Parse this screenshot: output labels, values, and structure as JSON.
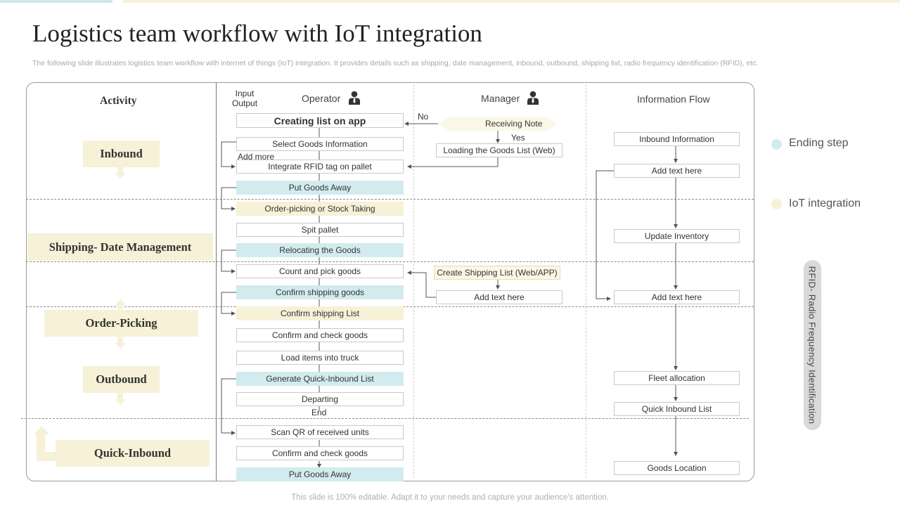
{
  "title": "Logistics team workflow with IoT integration",
  "subtitle": "The following slide illustrates logistics team workflow with internet of things (IoT) integration. It provides details such as shipping, date management, inbound, outbound, shipping list, radio frequency identification (RFID), etc.",
  "footer": "This slide is 100% editable. Adapt it to your needs and capture your audience's attention.",
  "headers": {
    "activity": "Activity",
    "input_output": "Input\nOutput",
    "operator": "Operator",
    "manager": "Manager",
    "information_flow": "Information Flow"
  },
  "activities": [
    "Inbound",
    "Shipping- Date Management",
    "Order-Picking",
    "Outbound",
    "Quick-Inbound"
  ],
  "operator_steps": [
    "Creating list on app",
    "Select Goods Information",
    "Integrate RFID tag on pallet",
    "Put Goods Away",
    "Order-picking or Stock Taking",
    "Spit pallet",
    "Relocating the Goods",
    "Count and pick goods",
    "Confirm shipping goods",
    "Confirm shipping List",
    "Confirm and check goods",
    "Load items into truck",
    "Generate Quick-Inbound List",
    "Departing",
    "Scan QR of received units",
    "Confirm and check goods",
    "Put Goods Away"
  ],
  "operator_labels": {
    "add_more": "Add more",
    "end": "End"
  },
  "manager_steps": [
    "Receiving Note",
    "Loading the Goods List (Web)",
    "Create Shipping List (Web/APP)",
    "Add text here"
  ],
  "manager_labels": {
    "no": "No",
    "yes": "Yes"
  },
  "info_flow_steps": [
    "Inbound Information",
    "Add text here",
    "Update Inventory",
    "Add text here",
    "Fleet allocation",
    "Quick Inbound List",
    "Goods Location"
  ],
  "legend": [
    {
      "label": "Ending step",
      "color": "#d2ebee"
    },
    {
      "label": "IoT integration",
      "color": "#f6f1d7"
    }
  ],
  "rfid_label": "RFID- Radio Frequency Identification",
  "colors": {
    "ending_step": "#d2ebee",
    "iot_integration": "#f6f1d7"
  }
}
